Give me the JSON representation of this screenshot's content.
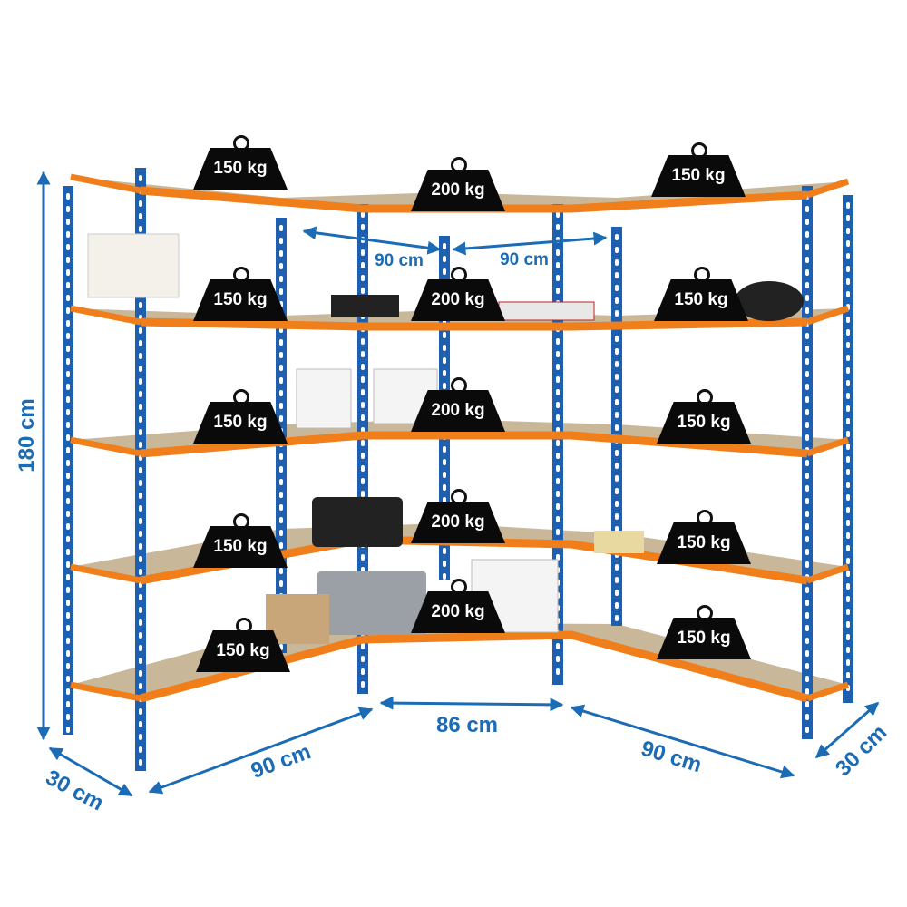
{
  "colors": {
    "upright": "#1f5fb0",
    "shelf_edge": "#f07e1a",
    "board": "#c9b79a",
    "dimension": "#1b6bb5",
    "weight": "#0a0a0a"
  },
  "dimensions": {
    "height": "180 cm",
    "top_left_depth": "90 cm",
    "top_right_depth": "90 cm",
    "bottom_left_depth": "30 cm",
    "bottom_left_width": "90 cm",
    "bottom_center_width": "86 cm",
    "bottom_right_width": "90 cm",
    "bottom_right_depth": "30 cm"
  },
  "weights": {
    "left": [
      "150 kg",
      "150 kg",
      "150 kg",
      "150 kg",
      "150 kg"
    ],
    "center": [
      "200 kg",
      "200 kg",
      "200 kg",
      "200 kg",
      "200 kg"
    ],
    "right": [
      "150 kg",
      "150 kg",
      "150 kg",
      "150 kg",
      "150 kg"
    ]
  }
}
